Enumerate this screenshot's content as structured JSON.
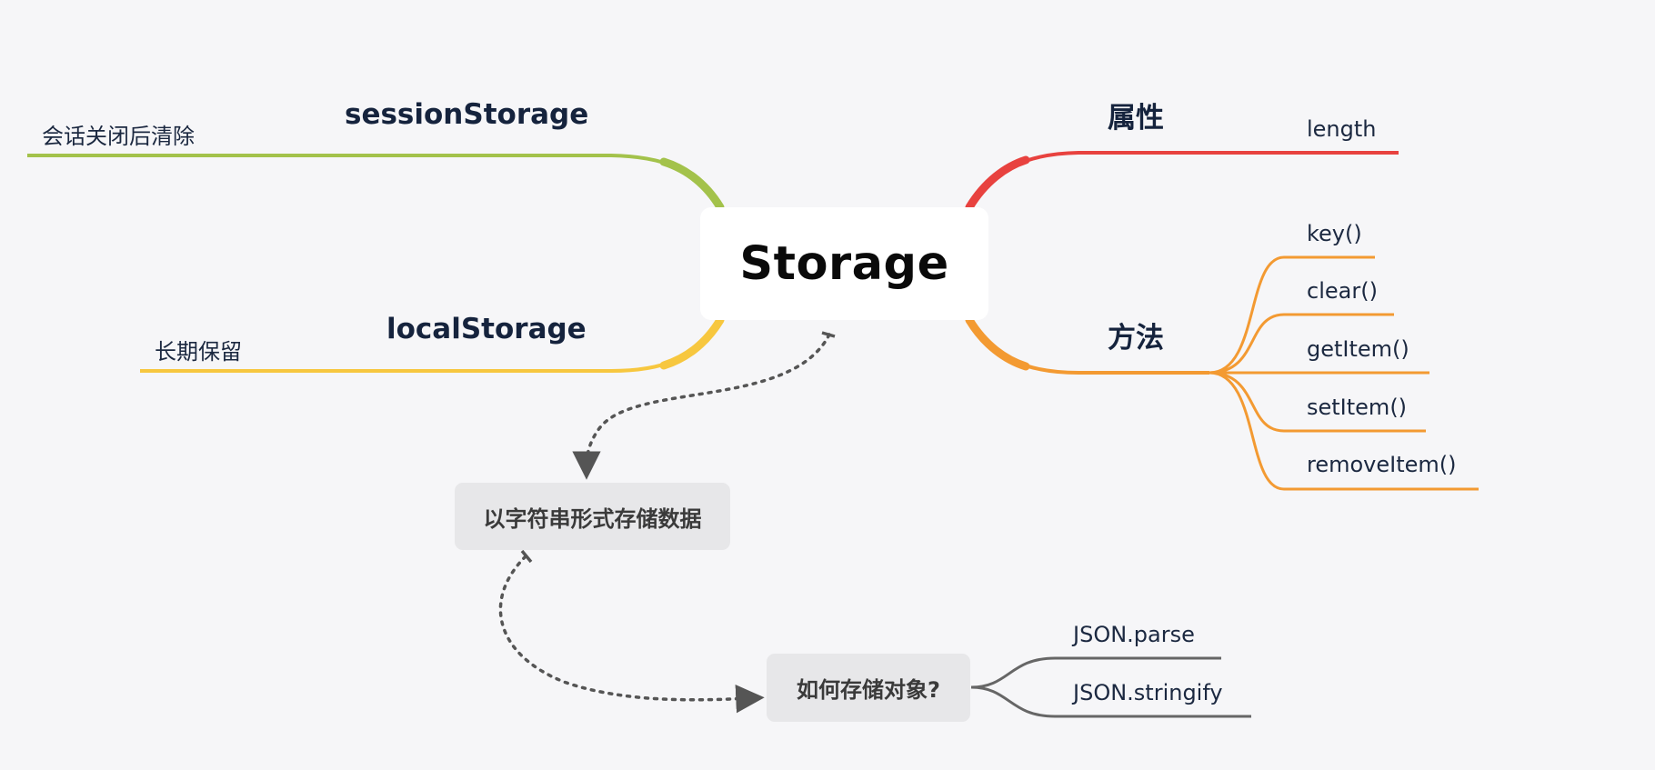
{
  "central": "Storage",
  "left_branches": {
    "session": {
      "label": "sessionStorage",
      "note": "会话关闭后清除"
    },
    "local": {
      "label": "localStorage",
      "note": "长期保留"
    }
  },
  "right_branches": {
    "attributes": {
      "label": "属性",
      "items": [
        "length"
      ]
    },
    "methods": {
      "label": "方法",
      "items": [
        "key()",
        "clear()",
        "getItem()",
        "setItem()",
        "removeItem()"
      ]
    }
  },
  "floating": {
    "string_storage": "以字符串形式存储数据",
    "store_objects": {
      "label": "如何存储对象?",
      "items": [
        "JSON.parse",
        "JSON.stringify"
      ]
    }
  },
  "colors": {
    "session": "#a3c24b",
    "local": "#f7c73f",
    "attributes": "#e8423f",
    "methods": "#f39a32",
    "connector": "#555555",
    "json": "#666666"
  }
}
